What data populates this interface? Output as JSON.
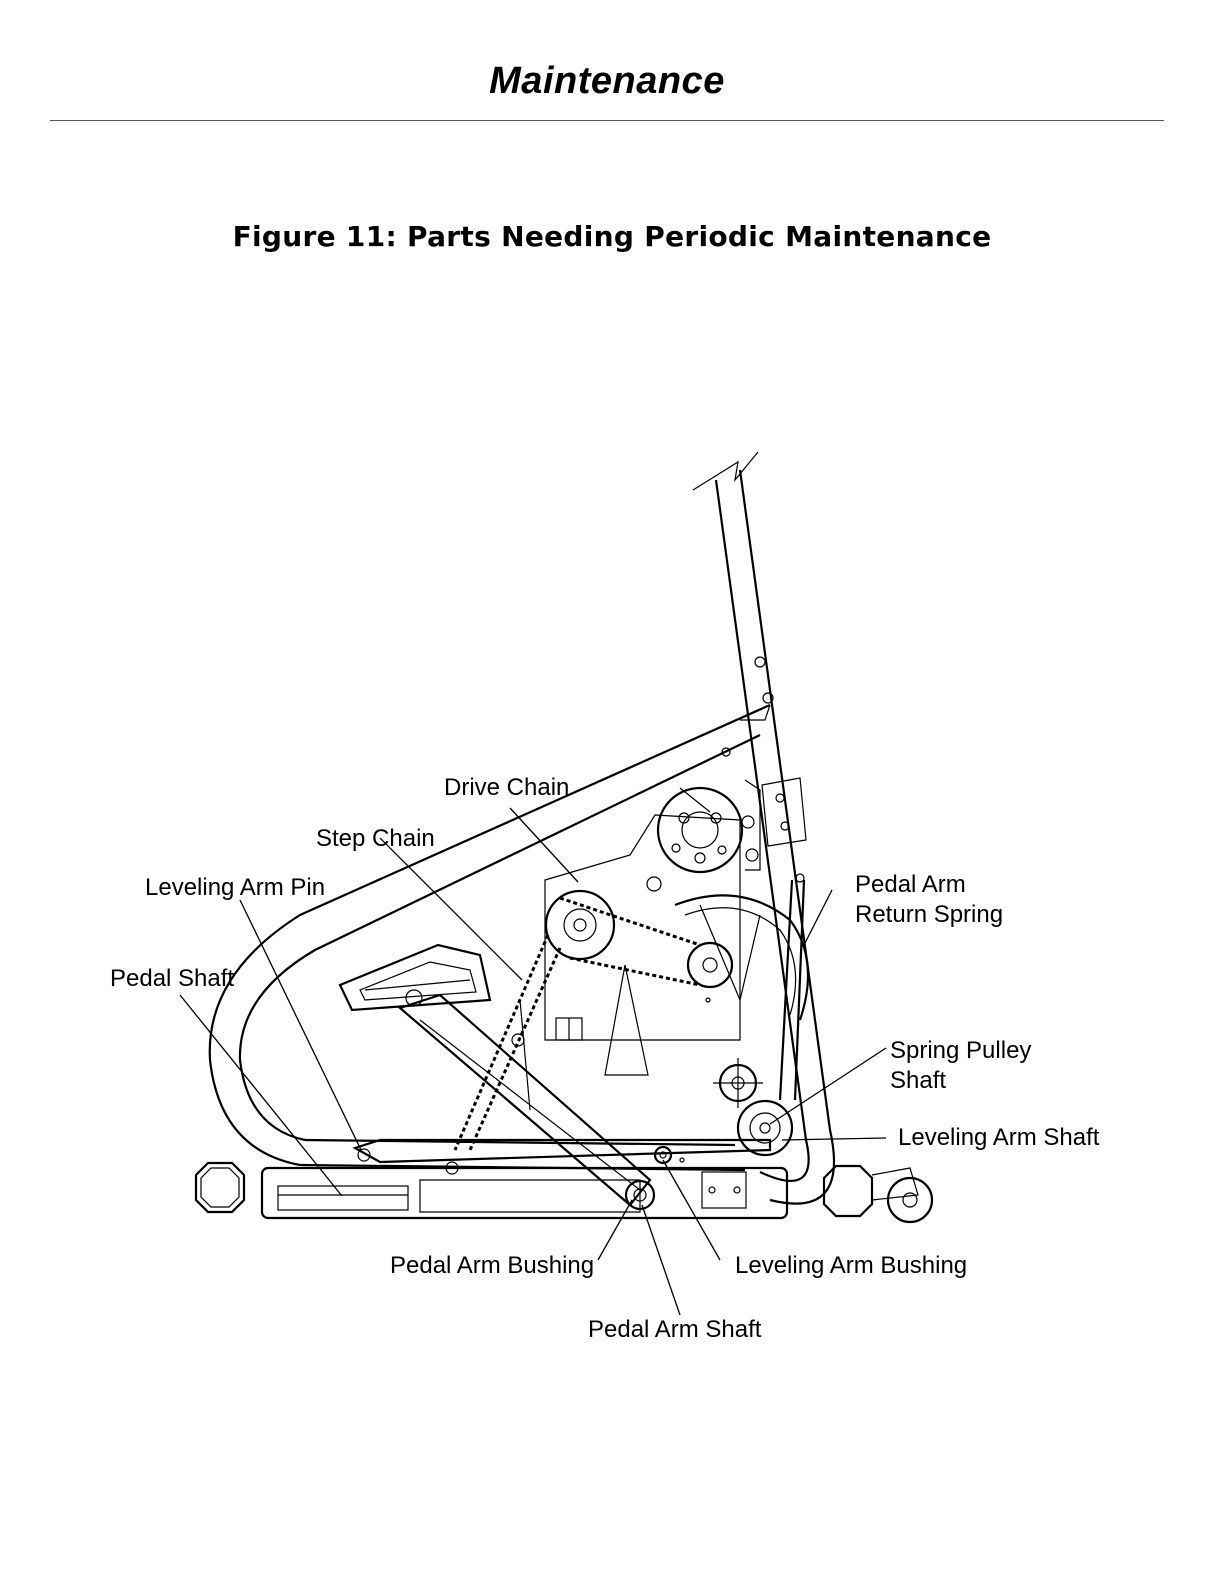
{
  "header": {
    "title": "Maintenance"
  },
  "figure": {
    "title": "Figure 11: Parts Needing Periodic Maintenance",
    "callouts": {
      "drive_chain": "Drive Chain",
      "step_chain": "Step Chain",
      "leveling_arm_pin": "Leveling Arm Pin",
      "pedal_shaft": "Pedal Shaft",
      "pedal_arm_return_spring_1": "Pedal Arm",
      "pedal_arm_return_spring_2": "Return Spring",
      "spring_pulley_shaft_1": "Spring Pulley",
      "spring_pulley_shaft_2": "Shaft",
      "leveling_arm_shaft": "Leveling Arm Shaft",
      "pedal_arm_bushing": "Pedal Arm Bushing",
      "leveling_arm_bushing": "Leveling Arm Bushing",
      "pedal_arm_shaft": "Pedal Arm Shaft"
    }
  }
}
